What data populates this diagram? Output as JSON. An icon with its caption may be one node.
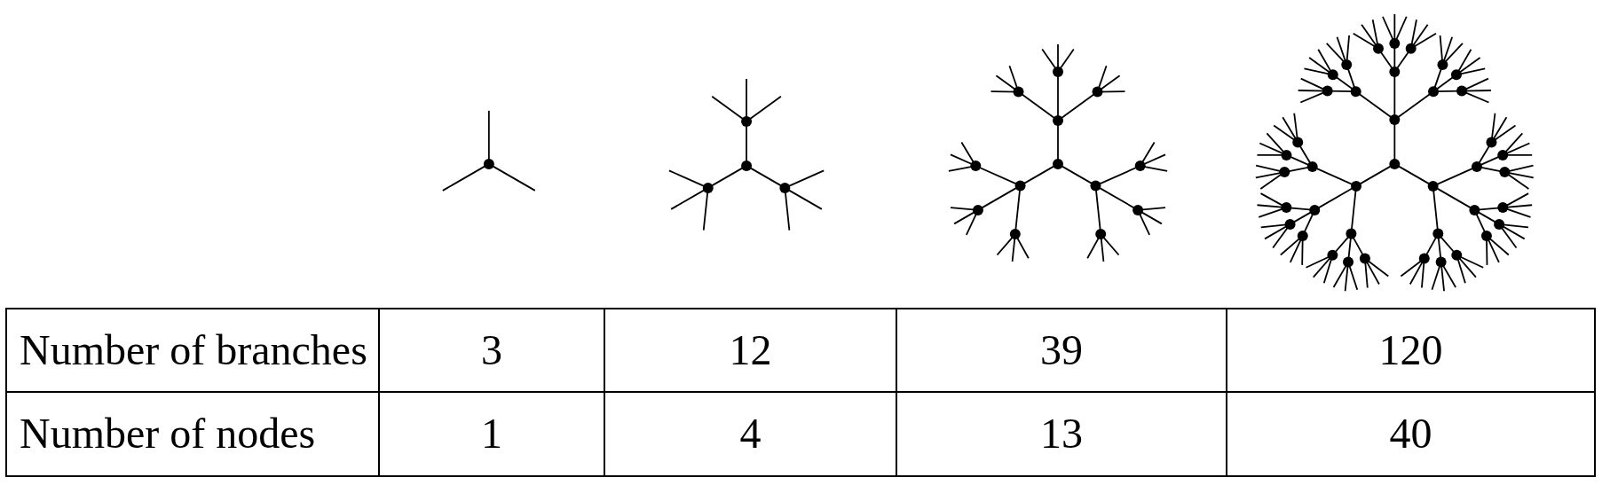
{
  "diagram": {
    "labels": [
      "Number of branches",
      "3",
      "12",
      "39",
      "120",
      "Number of nodes",
      "1",
      "4",
      "13",
      "40"
    ]
  }
}
